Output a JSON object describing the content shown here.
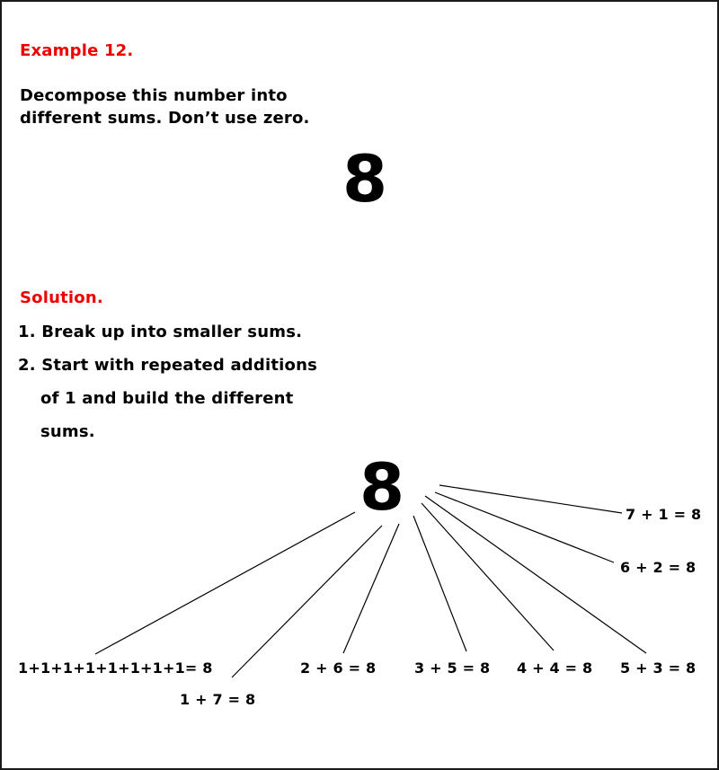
{
  "example": {
    "title": "Example 12.",
    "prompt_line1": "Decompose this number into",
    "prompt_line2": "different sums. Don’t use zero.",
    "number": "8"
  },
  "solution": {
    "title": "Solution.",
    "steps": [
      "1. Break up into smaller sums.",
      "2. Start with repeated additions",
      "of 1 and build the different",
      "sums."
    ],
    "root_number": "8",
    "sums": [
      "1+1+1+1+1+1+1+1= 8",
      "1 + 7 = 8",
      "2 + 6 = 8",
      "3 + 5 = 8",
      "4 + 4 = 8",
      "5 + 3 = 8",
      "6 + 2 = 8",
      "7 + 1 = 8"
    ]
  },
  "colors": {
    "heading": "#ee0000",
    "text": "#000000",
    "border": "#1a1a1a"
  }
}
